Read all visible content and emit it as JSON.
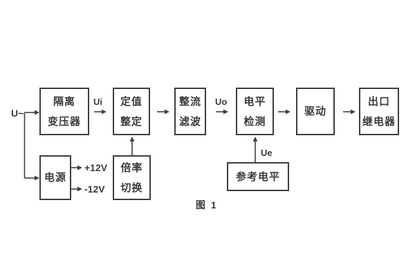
{
  "figure": {
    "caption": "图 1"
  },
  "signals": {
    "input": "U~",
    "ui": "Ui",
    "uo": "Uo",
    "ue": "Ue",
    "plus12v": "+12V",
    "minus12v": "-12V"
  },
  "blocks": {
    "isolation_transformer": {
      "line1": "隔离",
      "line2": "变压器"
    },
    "value_setting": {
      "line1": "定值",
      "line2": "整定"
    },
    "rectify_filter": {
      "line1": "整流",
      "line2": "滤波"
    },
    "level_detect": {
      "line1": "电平",
      "line2": "检测"
    },
    "drive": {
      "label": "驱动"
    },
    "output_relay": {
      "line1": "出口",
      "line2": "继电器"
    },
    "power_supply": {
      "label": "电源"
    },
    "ratio_switch": {
      "line1": "倍率",
      "line2": "切换"
    },
    "reference_level": {
      "label": "参考电平"
    }
  },
  "colors": {
    "line": "#3d3d3d",
    "text": "#3a3a3a",
    "background": "#ffffff"
  }
}
